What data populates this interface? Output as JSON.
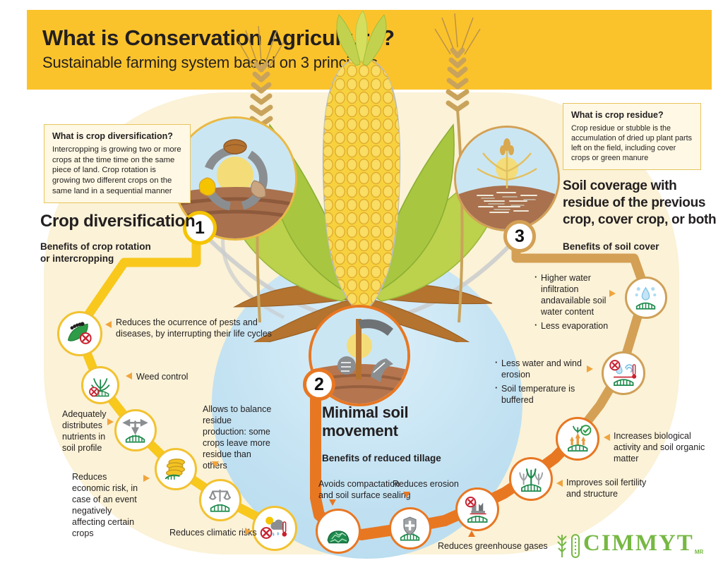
{
  "header": {
    "title": "What is Conservation Agriculture?",
    "subtitle": "Sustainable farming system based on 3 principles",
    "bg_color": "#FBC32B",
    "text_color": "#231F20"
  },
  "colors": {
    "accent_yellow": "#F8C81C",
    "accent_orange": "#E87722",
    "accent_tan": "#D3A055",
    "blob_cream": "#FBF2D7",
    "infobox_bg": "#FEF8E4",
    "infobox_border": "#E8C55F",
    "logo_green": "#76B843",
    "status_red": "#C8202F",
    "status_green": "#2E9B47"
  },
  "principles": [
    {
      "number": "1",
      "title": "Crop diversification",
      "benefits_heading": "Benefits of crop rotation or intercropping",
      "illustration": "crop-rotation-cycle-icon",
      "info_box": {
        "title": "What is crop diversification?",
        "body": "Intercropping is growing two or more crops at the time time on the same piece of land. Crop rotation is growing two different crops on the same land in a sequential manner"
      }
    },
    {
      "number": "2",
      "title": "Minimal soil movement",
      "benefits_heading": "Benefits of reduced tillage",
      "illustration": "hoe-tillage-icon"
    },
    {
      "number": "3",
      "title": "Soil coverage with residue of the previous crop, cover crop, or both",
      "benefits_heading": "Benefits of soil cover",
      "illustration": "wheat-residue-icon",
      "info_box": {
        "title": "What is crop residue?",
        "body": "Crop residue or stubble is the accumulation of dried up plant parts left on the field, including cover crops or green manure"
      }
    }
  ],
  "benefits": {
    "crop_diversification": [
      {
        "label": "Reduces the ocurrence of pests and diseases, by interrupting their life cycles",
        "icon": "pest-crossed-out-icon"
      },
      {
        "label": "Weed control",
        "icon": "weeds-crossed-out-icon"
      },
      {
        "label": "Adequately distributes nutrients in soil profile",
        "icon": "nutrient-arrows-icon"
      },
      {
        "label": "Reduces economic risk, in case  of an event negatively affecting certain crops",
        "icon": "coins-icon"
      },
      {
        "label": "Allows to balance residue production: some crops leave more residue than others",
        "icon": "balance-scale-icon"
      },
      {
        "label": "Reduces climatic risks",
        "icon": "weather-crossed-out-icon"
      }
    ],
    "reduced_tillage": [
      {
        "label": "Avoids compactation and soil surface sealing",
        "icon": "cracked-soil-icon"
      },
      {
        "label": "Reduces erosion",
        "icon": "shield-soil-icon"
      },
      {
        "label": "Reduces greenhouse gases",
        "icon": "factory-crossed-out-icon"
      }
    ],
    "soil_cover": [
      {
        "label": "Higher water infiltration andavailable soil water content",
        "icon": "rain-infiltration-icon"
      },
      {
        "label": "Less evaporation",
        "icon": "rain-infiltration-icon"
      },
      {
        "label": "Less water and wind erosion",
        "icon": "water-wind-crossed-out-icon"
      },
      {
        "label": "Soil temperature is buffered",
        "icon": "water-wind-crossed-out-icon"
      },
      {
        "label": "Increases biological activity and soil organic matter",
        "icon": "biological-activity-check-icon"
      },
      {
        "label": "Improves soil fertility and structure",
        "icon": "soil-fertility-plants-icon"
      }
    ]
  },
  "logo": {
    "text": "CIMMYT",
    "registered": "MR"
  }
}
